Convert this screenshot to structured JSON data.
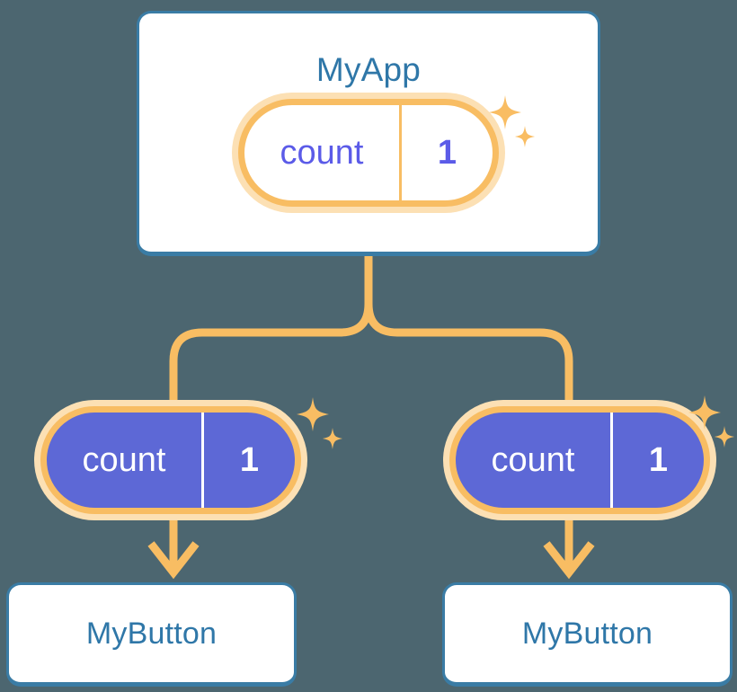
{
  "diagram": {
    "title_semantic": "react-state-propagation-diagram",
    "background_color": "#4c6670"
  },
  "colors": {
    "card_border": "#3a7ca5",
    "card_text": "#2f77a8",
    "pill_border": "#f8bd63",
    "pill_glow": "#fce0b4",
    "pill_solid_fill": "#5d68d6",
    "pill_light_text": "#5b5be8",
    "pill_solid_text": "#ffffff",
    "connector": "#f8bd63",
    "sparkle": "#f9bd63",
    "card_background": "#ffffff"
  },
  "app_card": {
    "title": "MyApp",
    "state_pill": {
      "key": "count",
      "value": "1",
      "style": "light"
    },
    "sparkle_icon": "sparkle-icon"
  },
  "children": [
    {
      "id": "left",
      "state_pill": {
        "key": "count",
        "value": "1",
        "style": "solid"
      },
      "button_card": {
        "title": "MyButton"
      },
      "sparkle_icon": "sparkle-icon",
      "arrow_icon": "arrow-down-icon"
    },
    {
      "id": "right",
      "state_pill": {
        "key": "count",
        "value": "1",
        "style": "solid"
      },
      "button_card": {
        "title": "MyButton"
      },
      "sparkle_icon": "sparkle-icon",
      "arrow_icon": "arrow-down-icon"
    }
  ],
  "connectors": {
    "trunk_icon": "branch-connector-icon",
    "description": "orange branch from MyApp down splitting to both child pills"
  }
}
